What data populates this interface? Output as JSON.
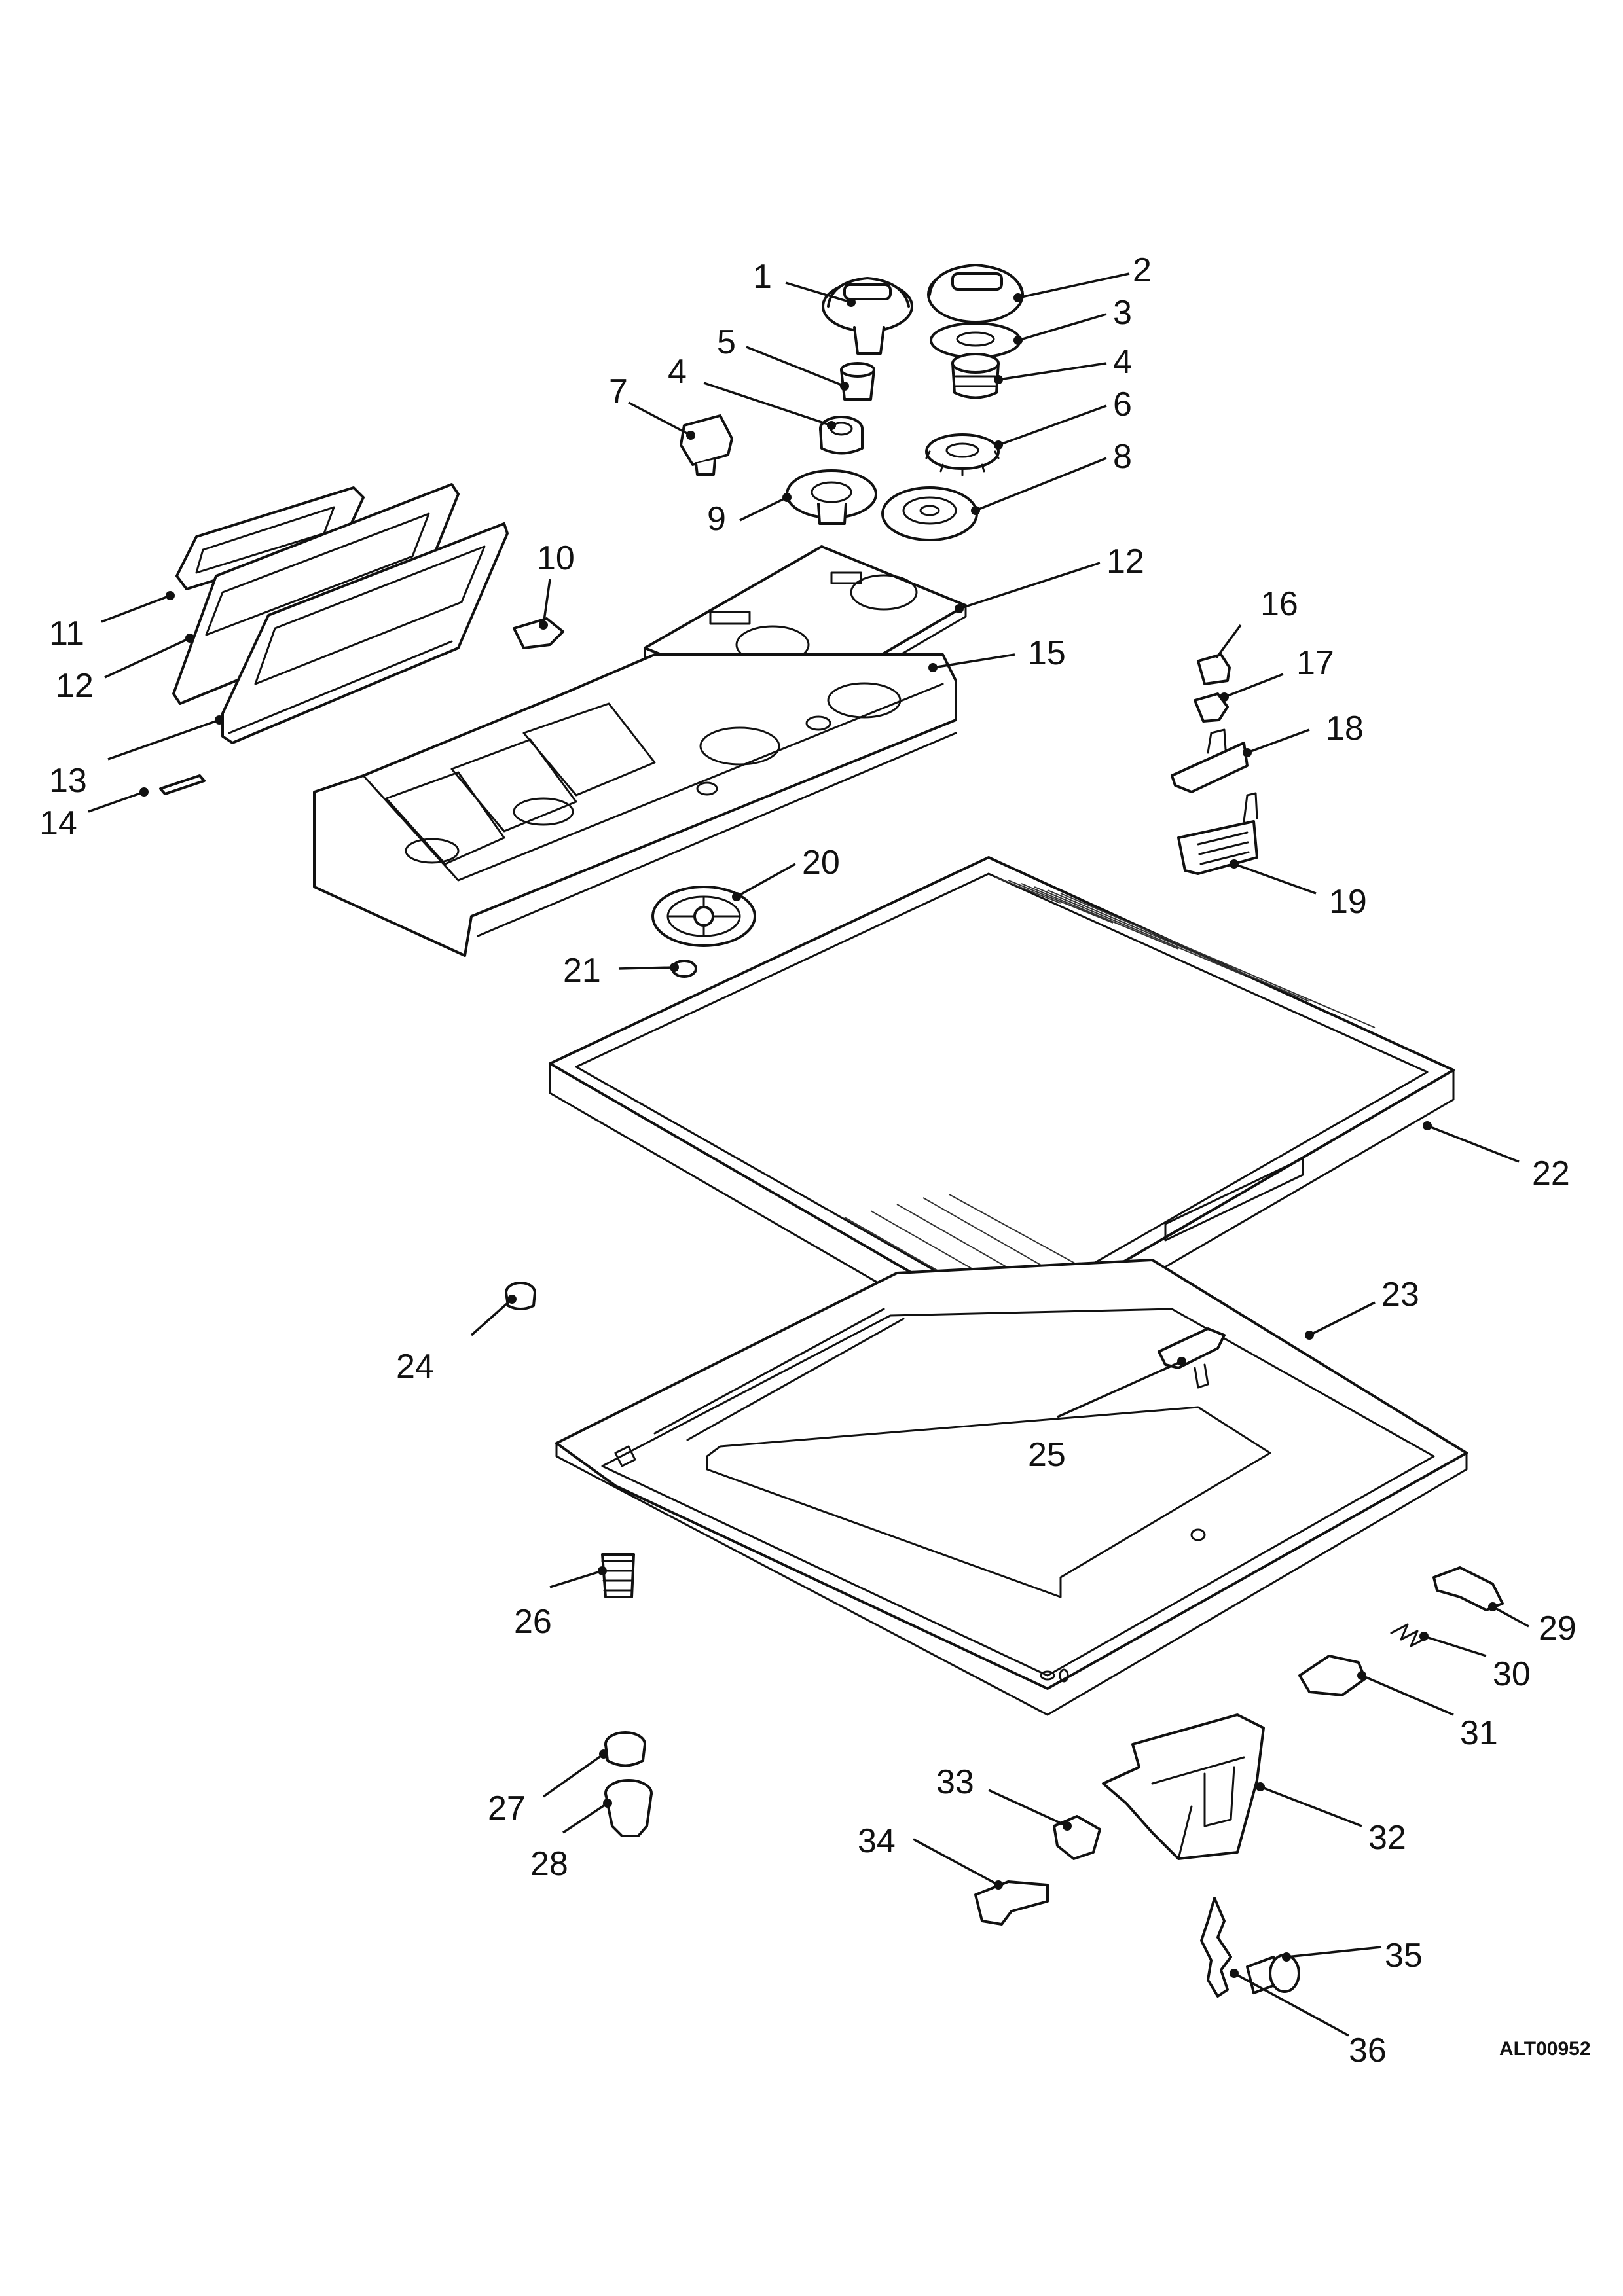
{
  "figure": {
    "reference_code": "ALT00952",
    "callouts": [
      {
        "id": "callout-1",
        "label": "1"
      },
      {
        "id": "callout-2",
        "label": "2"
      },
      {
        "id": "callout-3",
        "label": "3"
      },
      {
        "id": "callout-4a",
        "label": "4"
      },
      {
        "id": "callout-4b",
        "label": "4"
      },
      {
        "id": "callout-5",
        "label": "5"
      },
      {
        "id": "callout-6",
        "label": "6"
      },
      {
        "id": "callout-7",
        "label": "7"
      },
      {
        "id": "callout-8",
        "label": "8"
      },
      {
        "id": "callout-9",
        "label": "9"
      },
      {
        "id": "callout-10",
        "label": "10"
      },
      {
        "id": "callout-11",
        "label": "11"
      },
      {
        "id": "callout-12a",
        "label": "12"
      },
      {
        "id": "callout-12b",
        "label": "12"
      },
      {
        "id": "callout-13",
        "label": "13"
      },
      {
        "id": "callout-14",
        "label": "14"
      },
      {
        "id": "callout-15",
        "label": "15"
      },
      {
        "id": "callout-16",
        "label": "16"
      },
      {
        "id": "callout-17",
        "label": "17"
      },
      {
        "id": "callout-18",
        "label": "18"
      },
      {
        "id": "callout-19",
        "label": "19"
      },
      {
        "id": "callout-20",
        "label": "20"
      },
      {
        "id": "callout-21",
        "label": "21"
      },
      {
        "id": "callout-22",
        "label": "22"
      },
      {
        "id": "callout-23",
        "label": "23"
      },
      {
        "id": "callout-24",
        "label": "24"
      },
      {
        "id": "callout-25",
        "label": "25"
      },
      {
        "id": "callout-26",
        "label": "26"
      },
      {
        "id": "callout-27",
        "label": "27"
      },
      {
        "id": "callout-28",
        "label": "28"
      },
      {
        "id": "callout-29",
        "label": "29"
      },
      {
        "id": "callout-30",
        "label": "30"
      },
      {
        "id": "callout-31",
        "label": "31"
      },
      {
        "id": "callout-32",
        "label": "32"
      },
      {
        "id": "callout-33",
        "label": "33"
      },
      {
        "id": "callout-34",
        "label": "34"
      },
      {
        "id": "callout-35",
        "label": "35"
      },
      {
        "id": "callout-36",
        "label": "36"
      }
    ]
  }
}
